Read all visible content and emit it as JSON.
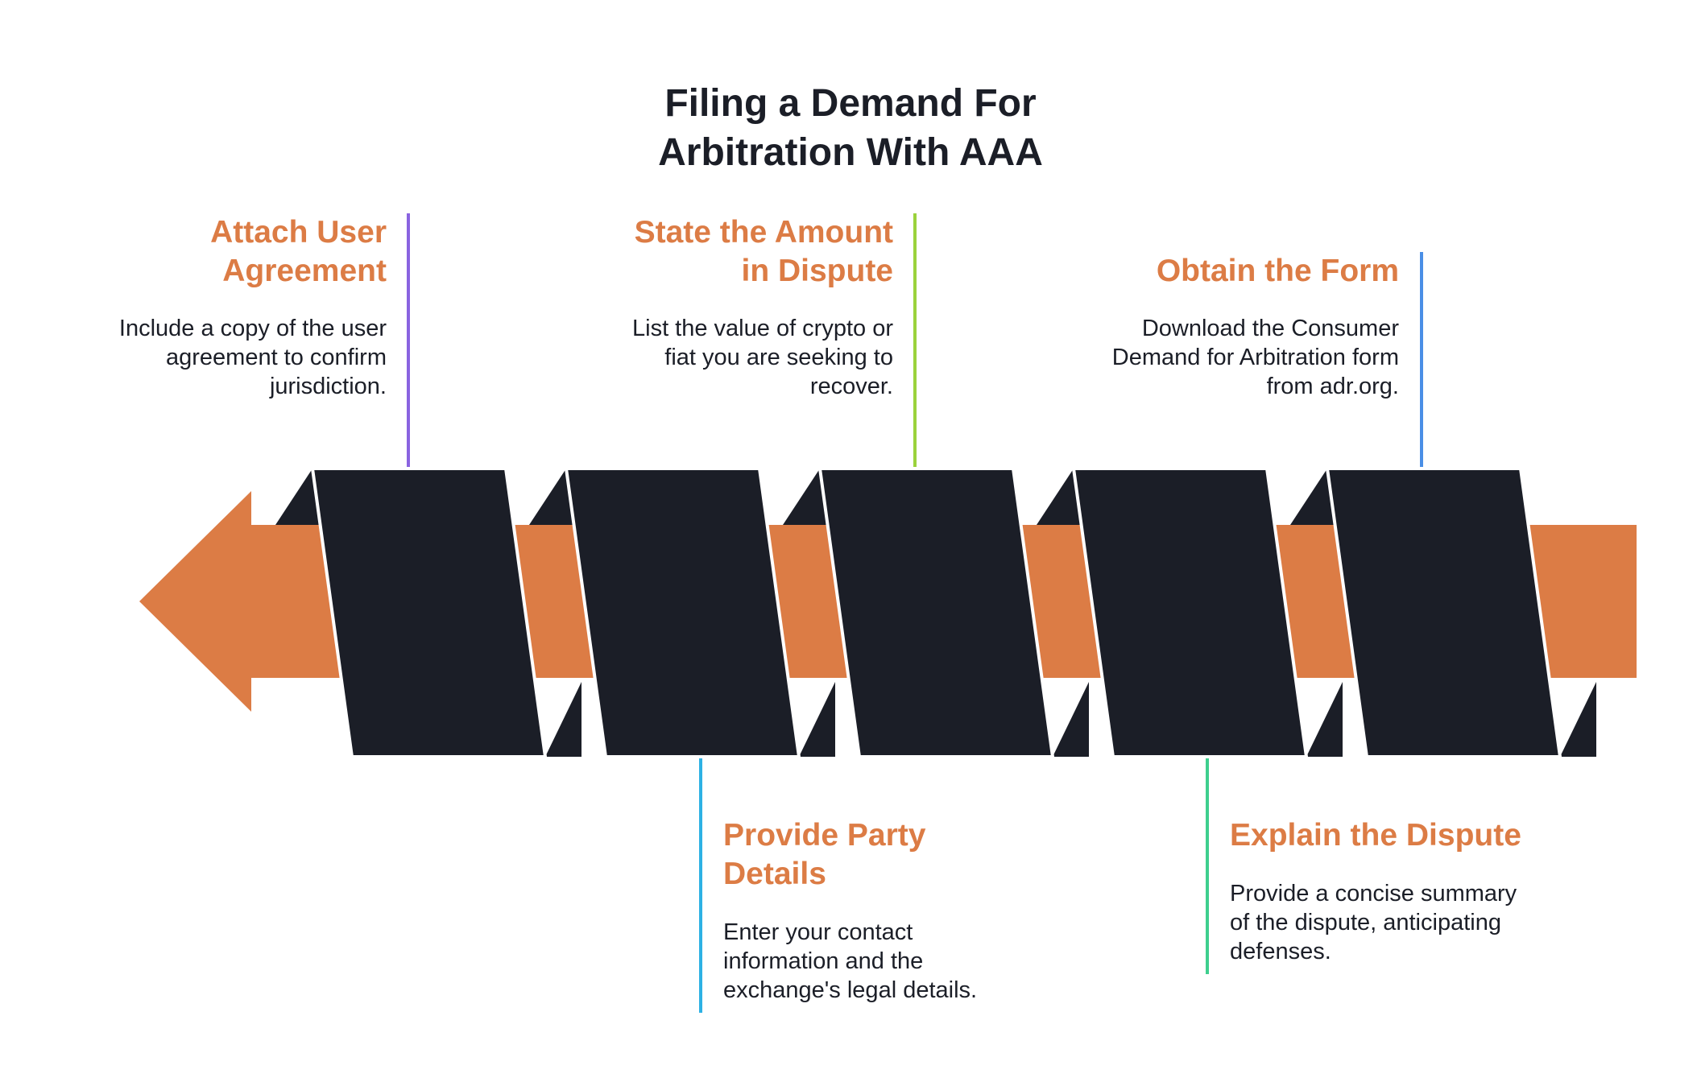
{
  "title": {
    "line1": "Filing a Demand For",
    "line2": "Arbitration With AAA"
  },
  "colors": {
    "arrow": "#dc7c45",
    "block": "#1b1e27",
    "heading": "#dc7c45",
    "text": "#1b1e27"
  },
  "steps": [
    {
      "heading_lines": [
        "Obtain the Form"
      ],
      "desc_lines": [
        "Download the Consumer",
        "Demand for Arbitration form",
        "from adr.org."
      ],
      "accent": "#4a8fe6"
    },
    {
      "heading_lines": [
        "Explain the Dispute"
      ],
      "desc_lines": [
        "Provide a concise summary",
        "of the dispute, anticipating",
        "defenses."
      ],
      "accent": "#3ecf8e"
    },
    {
      "heading_lines": [
        "State the Amount",
        "in Dispute"
      ],
      "desc_lines": [
        "List the value of crypto or",
        "fiat you are seeking to",
        "recover."
      ],
      "accent": "#9bd23c"
    },
    {
      "heading_lines": [
        "Provide Party",
        "Details"
      ],
      "desc_lines": [
        "Enter your contact",
        "information and the",
        "exchange's legal details."
      ],
      "accent": "#2db1e4"
    },
    {
      "heading_lines": [
        "Attach User",
        "Agreement"
      ],
      "desc_lines": [
        "Include a copy of the user",
        "agreement to confirm",
        "jurisdiction."
      ],
      "accent": "#8a63e0"
    }
  ]
}
